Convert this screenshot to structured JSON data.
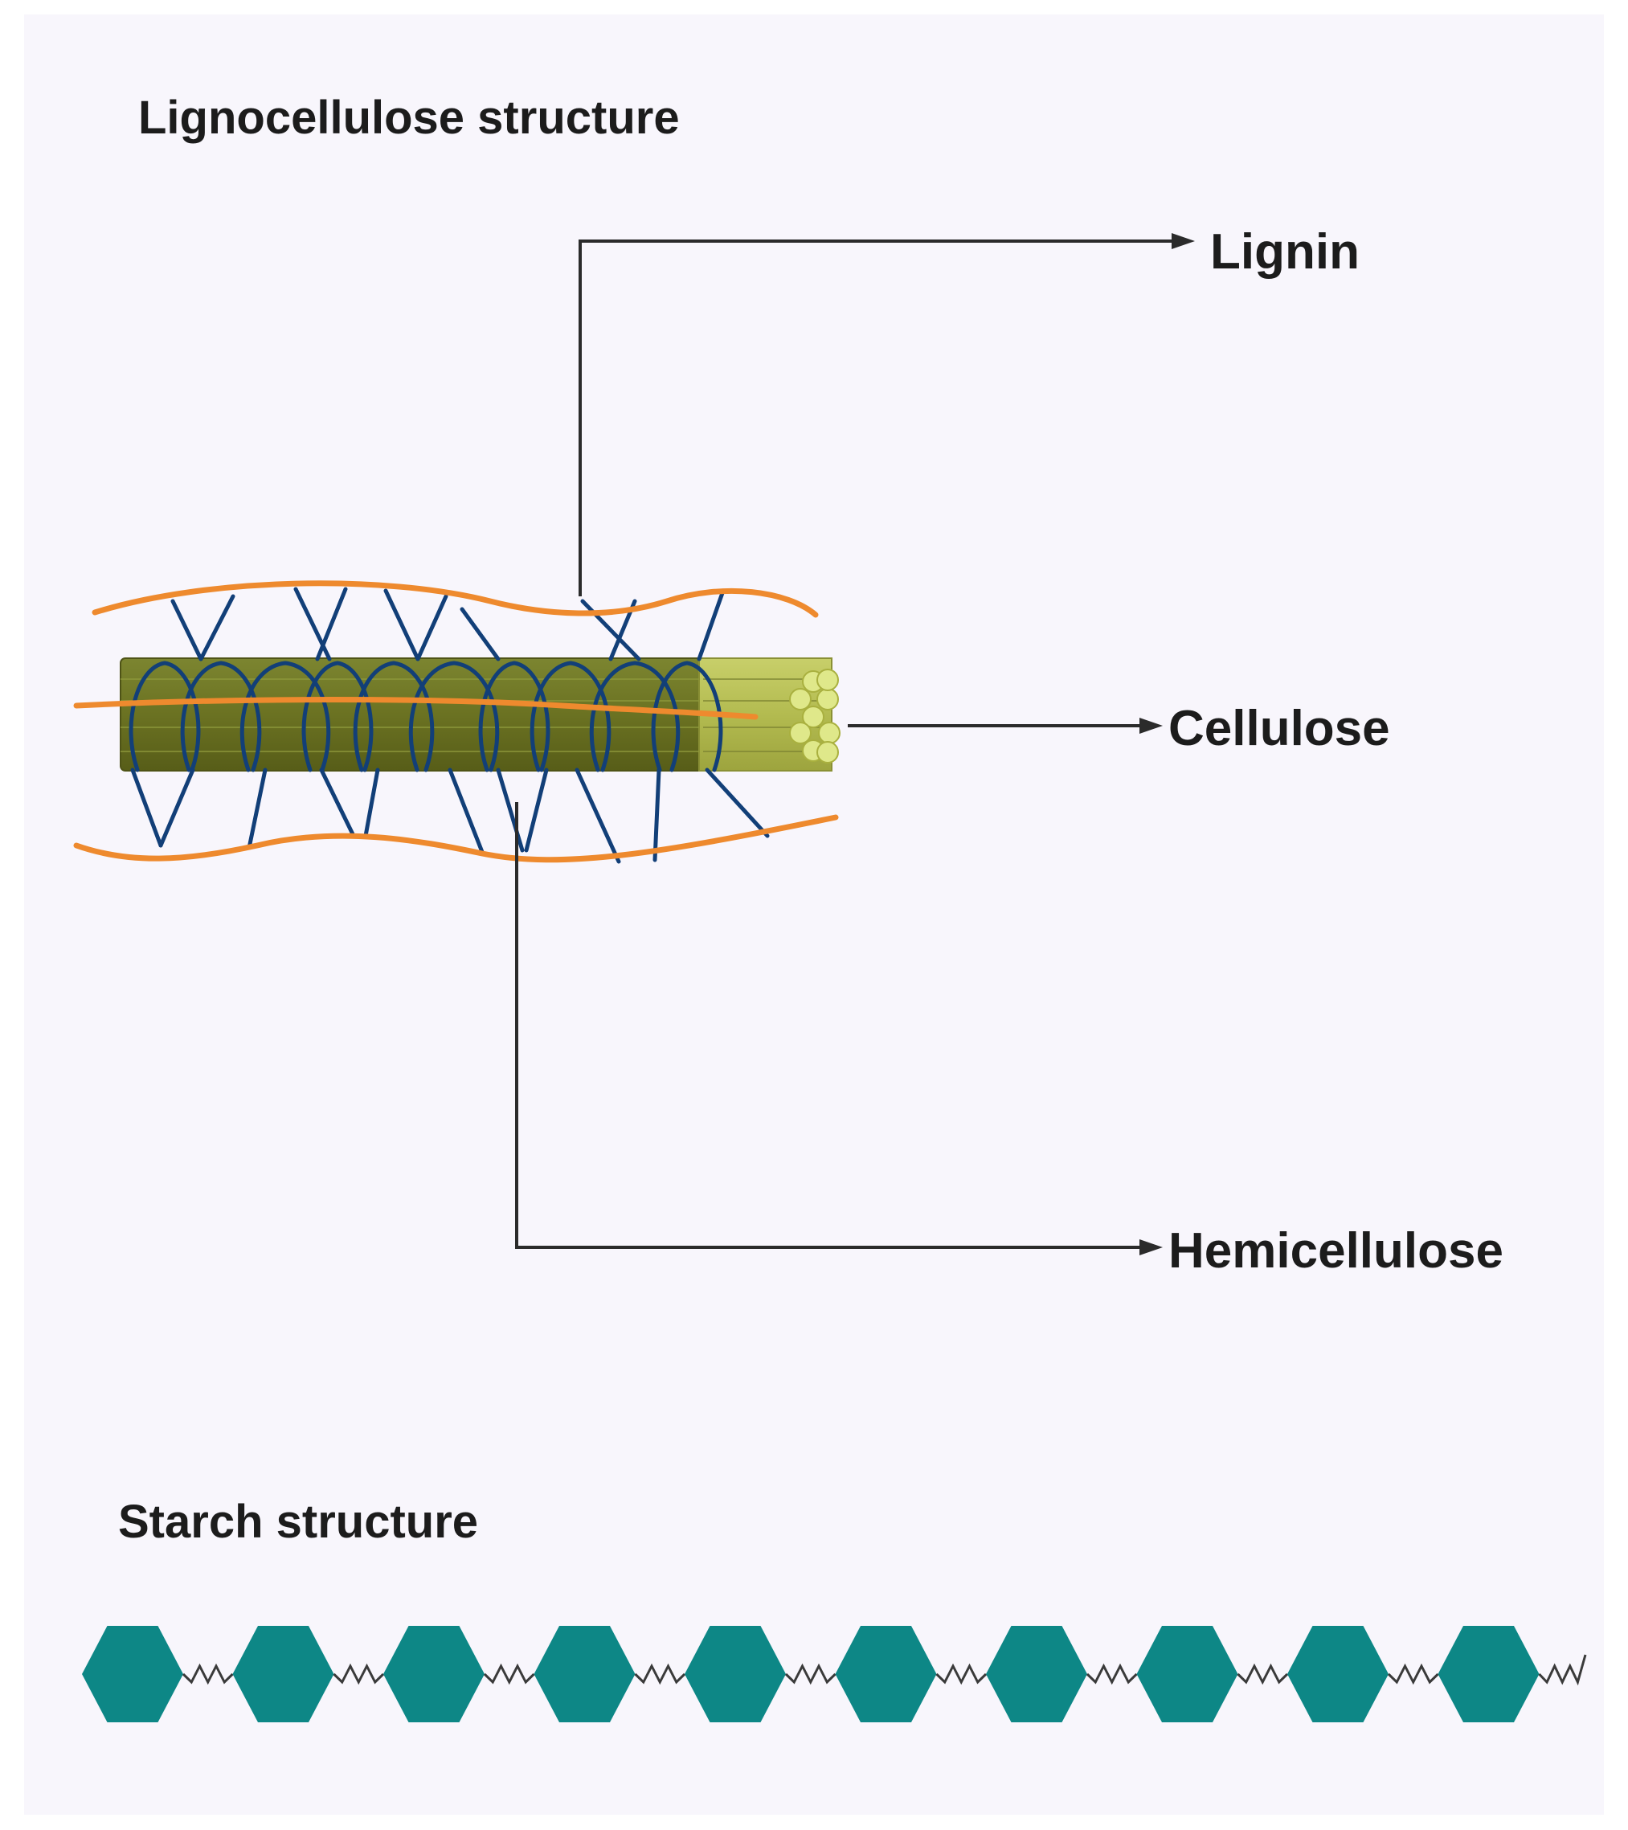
{
  "lignocellulose": {
    "title": "Lignocellulose structure",
    "labels": {
      "lignin": "Lignin",
      "cellulose": "Cellulose",
      "hemicellulose": "Hemicellulose"
    },
    "colors": {
      "lignin": "#ee8a2e",
      "hemicellulose": "#123f78",
      "cellulose_body": "#6b7222",
      "cellulose_end": "#dfe88a",
      "arrow": "#2b2b2b"
    }
  },
  "starch": {
    "title": "Starch structure",
    "unit_count": 10,
    "colors": {
      "unit": "#0d8786",
      "bond": "#3a3a3a"
    }
  }
}
